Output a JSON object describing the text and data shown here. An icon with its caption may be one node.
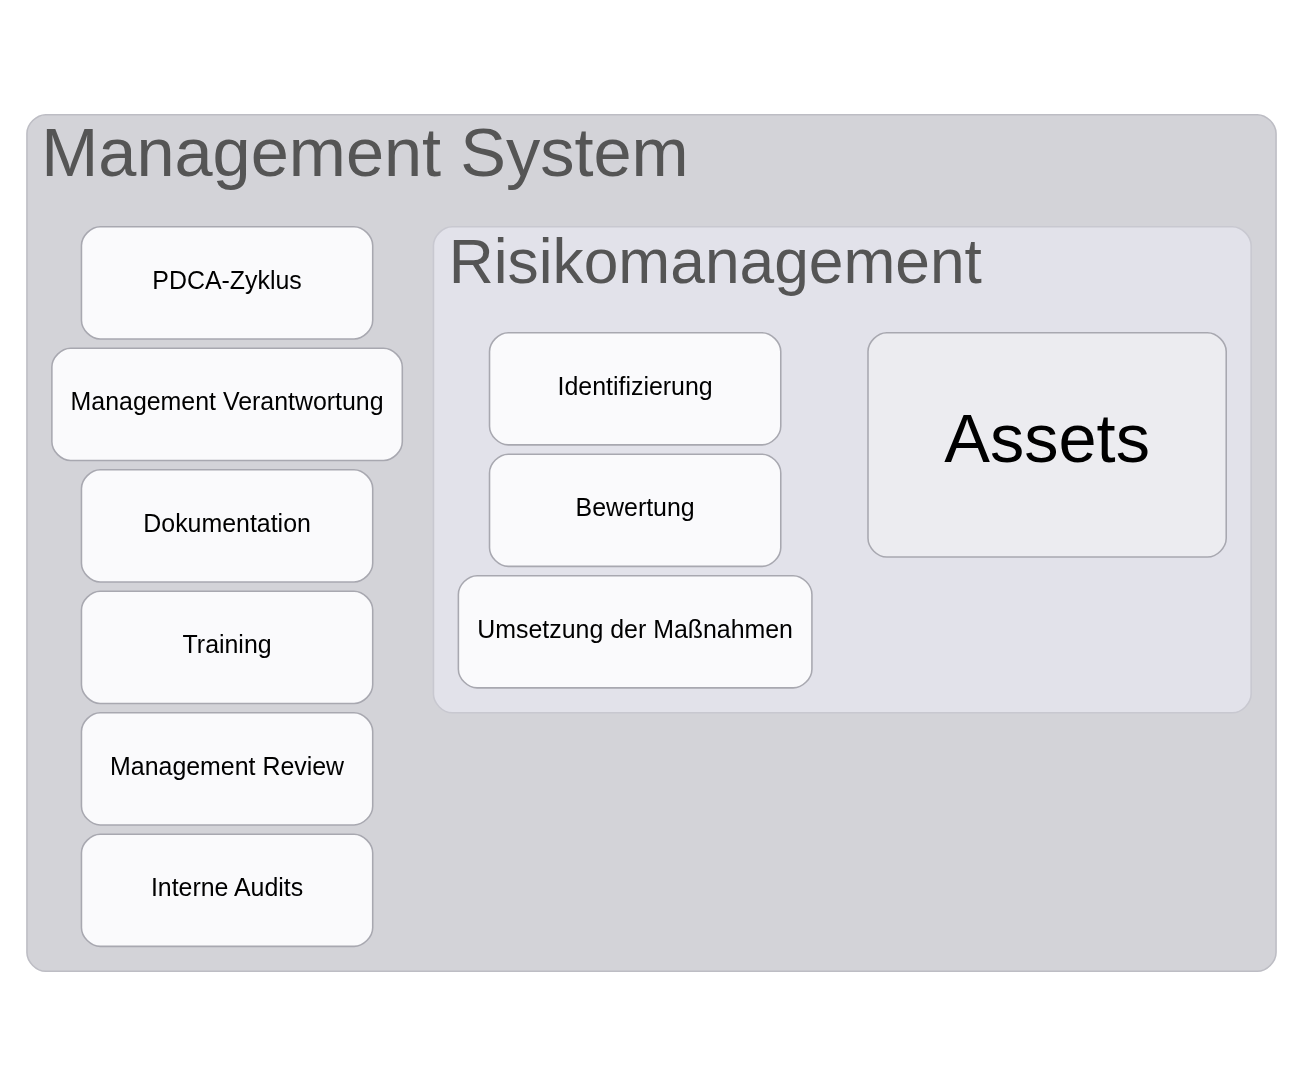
{
  "diagram": {
    "nodes": [
      {
        "text": [
          "Management System"
        ]
      },
      {
        "text": [
          "PDCA-Zyklus"
        ],
        "in": 0
      },
      {
        "text": [
          "Management Verantwortung"
        ],
        "in": 0
      },
      {
        "text": [
          "Dokumentation"
        ],
        "in": 0
      },
      {
        "text": [
          "Training"
        ],
        "in": 0
      },
      {
        "text": [
          "Management Review"
        ],
        "in": 0
      },
      {
        "text": [
          "Interne Audits"
        ],
        "in": 0
      },
      {
        "text": [
          "Risikomanagement"
        ],
        "in": 0
      },
      {
        "text": [
          "Identifizierung"
        ],
        "in": 7
      },
      {
        "text": [
          "Bewertung"
        ],
        "in": 7
      },
      {
        "text": [
          "Umsetzung der Maßnahmen"
        ],
        "in": 7
      },
      {
        "text": [
          "Assets"
        ],
        "in": 7
      }
    ],
    "edges": []
  }
}
